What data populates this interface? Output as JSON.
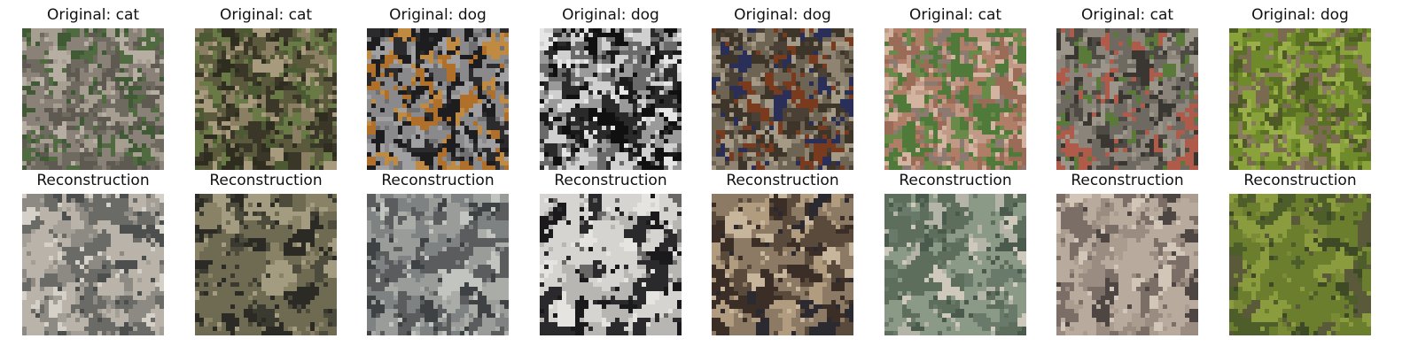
{
  "figure": {
    "columns": [
      {
        "original_title": "Original: cat",
        "reconstruction_title": "Reconstruction",
        "original_palette": [
          "#8a8278",
          "#6f6a60",
          "#a79e92",
          "#4f6b3f",
          "#3f5a34",
          "#b7aea3",
          "#5e5a52"
        ],
        "reconstruction_palette": [
          "#b9b3aa",
          "#6a6a66",
          "#8d8a83",
          "#d6d1c8",
          "#4d4f4f",
          "#a39f96"
        ]
      },
      {
        "original_title": "Original: cat",
        "reconstruction_title": "Reconstruction",
        "original_palette": [
          "#5c5a3c",
          "#3a3628",
          "#8b7f63",
          "#6a7a46",
          "#2f2d20",
          "#a89a7c",
          "#4c5a34"
        ],
        "reconstruction_palette": [
          "#6f6a52",
          "#2b2a24",
          "#8a8266",
          "#4d4c3c",
          "#a49c80",
          "#3a3a30"
        ]
      },
      {
        "original_title": "Original: dog",
        "reconstruction_title": "Reconstruction",
        "original_palette": [
          "#8a8a8c",
          "#1d1d20",
          "#a0a0a2",
          "#b0702a",
          "#2b2b2e",
          "#707072",
          "#c08a40"
        ],
        "reconstruction_palette": [
          "#9a9c9a",
          "#5a5c5e",
          "#7e8282",
          "#c2c4c0",
          "#3e4244",
          "#aaaca8"
        ]
      },
      {
        "original_title": "Original: dog",
        "reconstruction_title": "Reconstruction",
        "original_palette": [
          "#d0d0d0",
          "#101010",
          "#9a9a9a",
          "#2a2a2a",
          "#e6e6e6",
          "#6a6a6a",
          "#1a1a1a"
        ],
        "reconstruction_palette": [
          "#d6d4d0",
          "#2a2a2c",
          "#b8b6b2",
          "#1a1a1c",
          "#e6e4e0",
          "#6a6866"
        ]
      },
      {
        "original_title": "Original: dog",
        "reconstruction_title": "Reconstruction",
        "original_palette": [
          "#6e6454",
          "#3d342a",
          "#8f8472",
          "#2a2f5a",
          "#7a3a1e",
          "#a59a86",
          "#4a4036"
        ],
        "reconstruction_palette": [
          "#8c7a64",
          "#3a2e26",
          "#b19c80",
          "#5a4a3c",
          "#c8b69c",
          "#2a2a30"
        ]
      },
      {
        "original_title": "Original: cat",
        "reconstruction_title": "Reconstruction",
        "original_palette": [
          "#4f7a3a",
          "#b07e66",
          "#9a6c58",
          "#c09a86",
          "#6a8a4a",
          "#8a7a72",
          "#d2b4a0"
        ],
        "reconstruction_palette": [
          "#8a9a86",
          "#5e6e5c",
          "#b4b4a8",
          "#6a7a6a",
          "#cfc9bb",
          "#4a5a4c"
        ]
      },
      {
        "original_title": "Original: cat",
        "reconstruction_title": "Reconstruction",
        "original_palette": [
          "#6e6a62",
          "#8a847a",
          "#4e4a44",
          "#b05a4a",
          "#9c968a",
          "#5a7a3a",
          "#3a3632"
        ],
        "reconstruction_palette": [
          "#b8aa9c",
          "#7a6e66",
          "#9a8c80",
          "#d2c6b8",
          "#4e4642",
          "#aa9c8e"
        ]
      },
      {
        "original_title": "Original: dog",
        "reconstruction_title": "Reconstruction",
        "original_palette": [
          "#6e8a2a",
          "#8aa23a",
          "#5a7022",
          "#7a6a52",
          "#9aae4a",
          "#4e5a26",
          "#8a7a62"
        ],
        "reconstruction_palette": [
          "#6a7e2e",
          "#8a9c3e",
          "#4e5e2a",
          "#5a5a3a",
          "#7a8a36",
          "#3e4a26"
        ]
      }
    ]
  }
}
